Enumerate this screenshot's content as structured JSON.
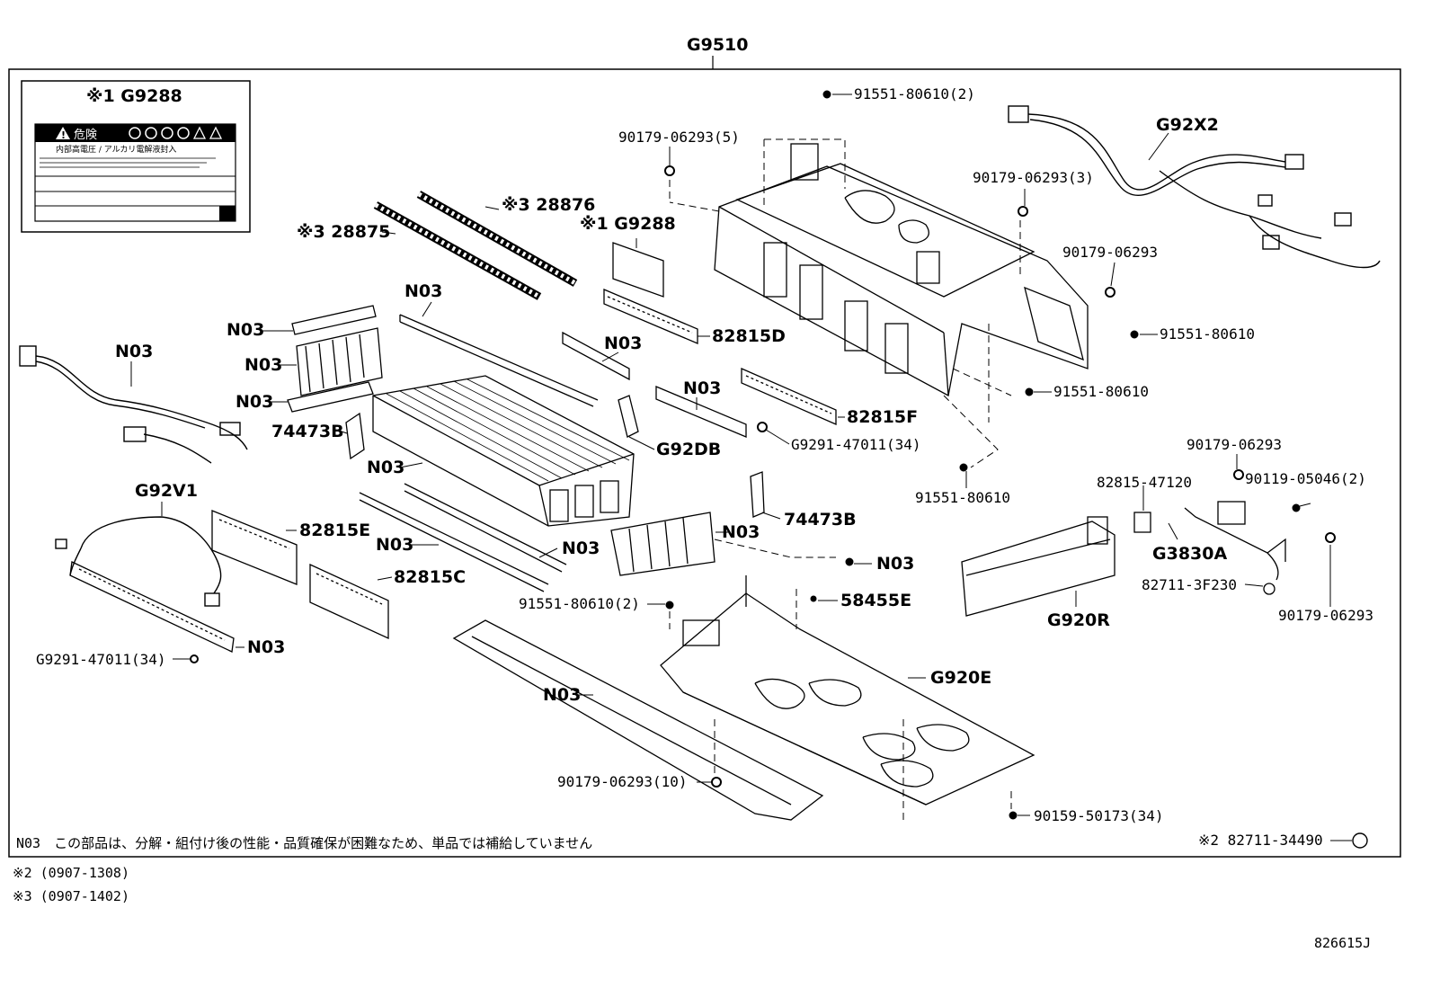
{
  "title": "G9510",
  "drawing_number": "826615J",
  "footnote_part": "N03",
  "footnote_text": "この部品は、分解・組付け後の性能・品質確保が困難なため、単品では補給していません",
  "notes": [
    "※2 (0907-1308)",
    "※3 (0907-1402)"
  ],
  "warning_label": {
    "label_ref": "※1 G9288",
    "header": "危険",
    "subheader": "内部高電圧 / アルカリ電解液封入"
  },
  "callouts": {
    "c01": "91551-80610(2)",
    "c02": "90179-06293(5)",
    "c03": "G92X2",
    "c04": "90179-06293(3)",
    "c05": "90179-06293",
    "c06": "91551-80610",
    "c07": "91551-80610",
    "c08": "※3 28876",
    "c09": "※3 28875",
    "c10": "※1 G9288",
    "c11": "N03",
    "c12": "82815D",
    "c13": "N03",
    "c14": "N03",
    "c15": "N03",
    "c16": "N03",
    "c17": "N03",
    "c18": "N03",
    "c19": "82815F",
    "c20": "74473B",
    "c21": "G92DB",
    "c22": "G9291-47011(34)",
    "c23": "N03",
    "c24": "91551-80610",
    "c25": "90179-06293",
    "c26": "82815-47120",
    "c27": "90119-05046(2)",
    "c28": "G92V1",
    "c29": "82815E",
    "c30": "74473B",
    "c31": "N03",
    "c32": "N03",
    "c33": "N03",
    "c34": "G3830A",
    "c35": "N03",
    "c36": "82815C",
    "c37": "91551-80610(2)",
    "c38": "58455E",
    "c39": "82711-3F230",
    "c40": "G920R",
    "c41": "90179-06293",
    "c42": "N03",
    "c43": "G9291-47011(34)",
    "c44": "G920E",
    "c45": "N03",
    "c46": "90179-06293(10)",
    "c47": "90159-50173(34)",
    "c48": "※2 82711-34490"
  }
}
